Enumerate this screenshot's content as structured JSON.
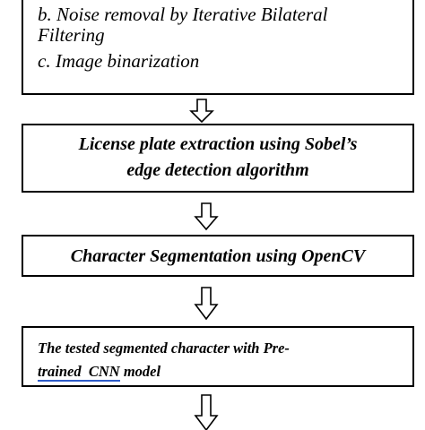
{
  "box1": {
    "lines": [
      "b. Noise removal by Iterative Bilateral",
      "Filtering",
      "c. Image binarization"
    ]
  },
  "box2": {
    "lines": [
      "License plate extraction using Sobel’s",
      "edge detection algorithm"
    ]
  },
  "box3": {
    "text": "Character Segmentation using OpenCV"
  },
  "box4": {
    "line1": "The tested segmented character with Pre-",
    "line2_prefix": "trained",
    "line2_underlined": "CNN",
    "line2_suffix": "model"
  },
  "icons": [
    "down-arrow-icon",
    "down-arrow-icon",
    "down-arrow-icon",
    "down-arrow-icon"
  ],
  "colors": {
    "border": "#000000",
    "background": "#ffffff",
    "spellcheck_underline": "#2e5cc9"
  }
}
